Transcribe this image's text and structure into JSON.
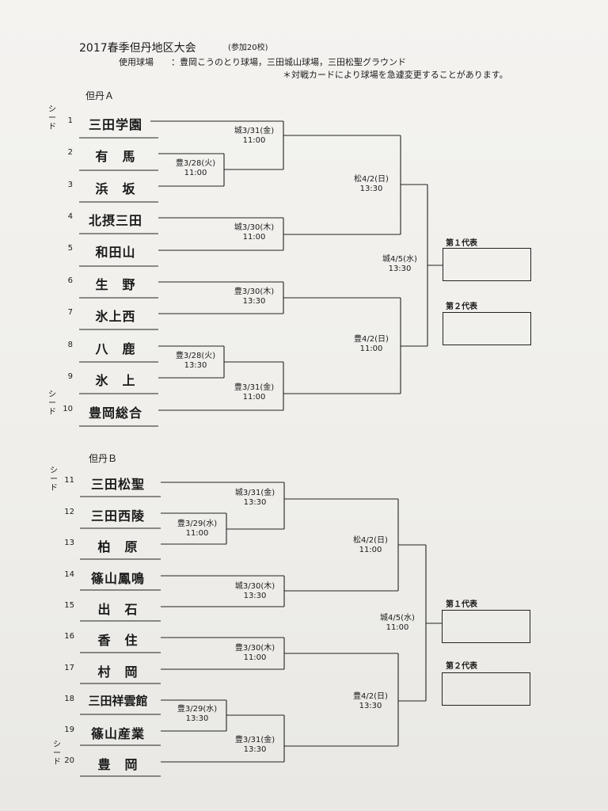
{
  "header": {
    "title": "2017春季但丹地区大会",
    "count": "(参加20校)",
    "venues": "使用球場　　：豊岡こうのとり球場，三田城山球場，三田松聖グラウンド",
    "note": "＊対戦カードにより球場を急遽変更することがあります。"
  },
  "seed_label": "シード",
  "blockA": {
    "label": "但丹Ａ",
    "teams": [
      {
        "num": "1",
        "name": "三田学園"
      },
      {
        "num": "2",
        "name": "有　馬"
      },
      {
        "num": "3",
        "name": "浜　坂"
      },
      {
        "num": "4",
        "name": "北摂三田"
      },
      {
        "num": "5",
        "name": "和田山"
      },
      {
        "num": "6",
        "name": "生　野"
      },
      {
        "num": "7",
        "name": "氷上西"
      },
      {
        "num": "8",
        "name": "八　鹿"
      },
      {
        "num": "9",
        "name": "氷　上"
      },
      {
        "num": "10",
        "name": "豊岡総合"
      }
    ],
    "matches": {
      "m23": {
        "date": "豊3/28(火)",
        "time": "11:00"
      },
      "m1": {
        "date": "城3/31(金)",
        "time": "11:00"
      },
      "m45": {
        "date": "城3/30(木)",
        "time": "11:00"
      },
      "m67": {
        "date": "豊3/30(木)",
        "time": "13:30"
      },
      "m89": {
        "date": "豊3/28(火)",
        "time": "13:30"
      },
      "m10": {
        "date": "豊3/31(金)",
        "time": "11:00"
      },
      "sf1": {
        "date": "松4/2(日)",
        "time": "13:30"
      },
      "sf2": {
        "date": "豊4/2(日)",
        "time": "11:00"
      },
      "final": {
        "date": "城4/5(水)",
        "time": "13:30"
      }
    },
    "rep1": "第１代表",
    "rep2": "第２代表"
  },
  "blockB": {
    "label": "但丹Ｂ",
    "teams": [
      {
        "num": "11",
        "name": "三田松聖"
      },
      {
        "num": "12",
        "name": "三田西陵"
      },
      {
        "num": "13",
        "name": "柏　原"
      },
      {
        "num": "14",
        "name": "篠山鳳鳴"
      },
      {
        "num": "15",
        "name": "出　石"
      },
      {
        "num": "16",
        "name": "香　住"
      },
      {
        "num": "17",
        "name": "村　岡"
      },
      {
        "num": "18",
        "name": "三田祥雲館"
      },
      {
        "num": "19",
        "name": "篠山産業"
      },
      {
        "num": "20",
        "name": "豊　岡"
      }
    ],
    "matches": {
      "m23": {
        "date": "豊3/29(水)",
        "time": "11:00"
      },
      "m1": {
        "date": "城3/31(金)",
        "time": "13:30"
      },
      "m45": {
        "date": "城3/30(木)",
        "time": "13:30"
      },
      "m67": {
        "date": "豊3/30(木)",
        "time": "11:00"
      },
      "m89": {
        "date": "豊3/29(水)",
        "time": "13:30"
      },
      "m10": {
        "date": "豊3/31(金)",
        "time": "13:30"
      },
      "sf1": {
        "date": "松4/2(日)",
        "time": "11:00"
      },
      "sf2": {
        "date": "豊4/2(日)",
        "time": "13:30"
      },
      "final": {
        "date": "城4/5(水)",
        "time": "11:00"
      }
    },
    "rep1": "第１代表",
    "rep2": "第２代表"
  }
}
